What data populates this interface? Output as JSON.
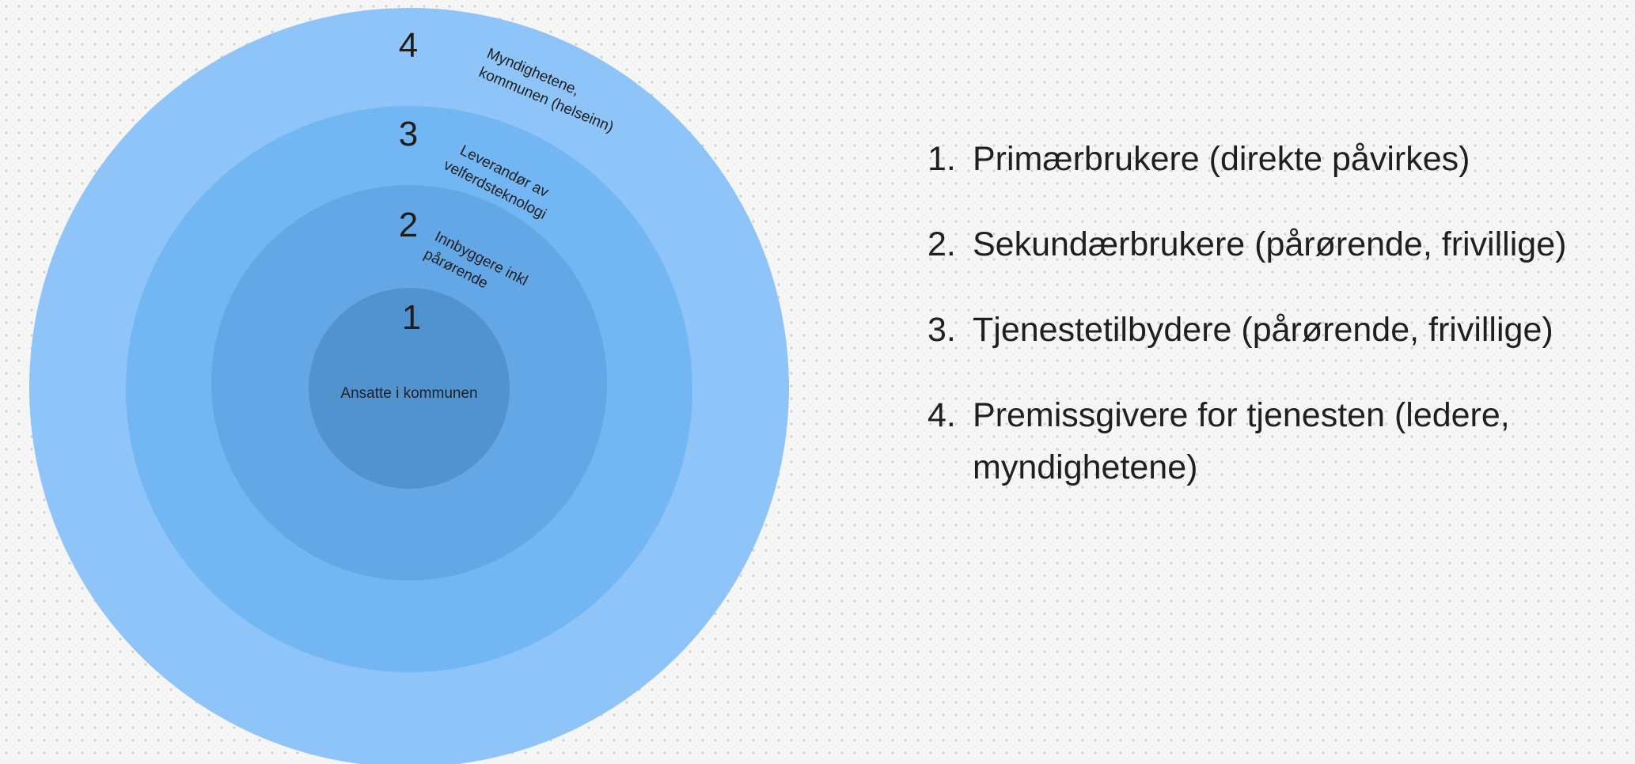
{
  "diagram": {
    "colors": {
      "ring4": "#8ec4f7",
      "ring3": "#72b7f4",
      "ring2": "#63a7e6",
      "ring1": "#5193cf"
    },
    "rings": [
      {
        "number": "1",
        "label_lines": [
          "Ansatte i kommunen"
        ]
      },
      {
        "number": "2",
        "label_lines": [
          "Innbyggere inkl",
          "pårørende"
        ]
      },
      {
        "number": "3",
        "label_lines": [
          "Leverandør av",
          "velferdsteknologi"
        ]
      },
      {
        "number": "4",
        "label_lines": [
          "Myndighetene,",
          "kommunen (helseinn)"
        ]
      }
    ]
  },
  "legend": {
    "items": [
      {
        "num": "1.",
        "text": "Primærbrukere (direkte påvirkes)"
      },
      {
        "num": "2.",
        "text": "Sekundærbrukere (pårørende, frivillige)"
      },
      {
        "num": "3.",
        "text": "Tjenestetilbydere (pårørende, frivillige)"
      },
      {
        "num": "4.",
        "text": "Premissgivere for tjenesten (ledere, myndighetene)"
      }
    ]
  }
}
